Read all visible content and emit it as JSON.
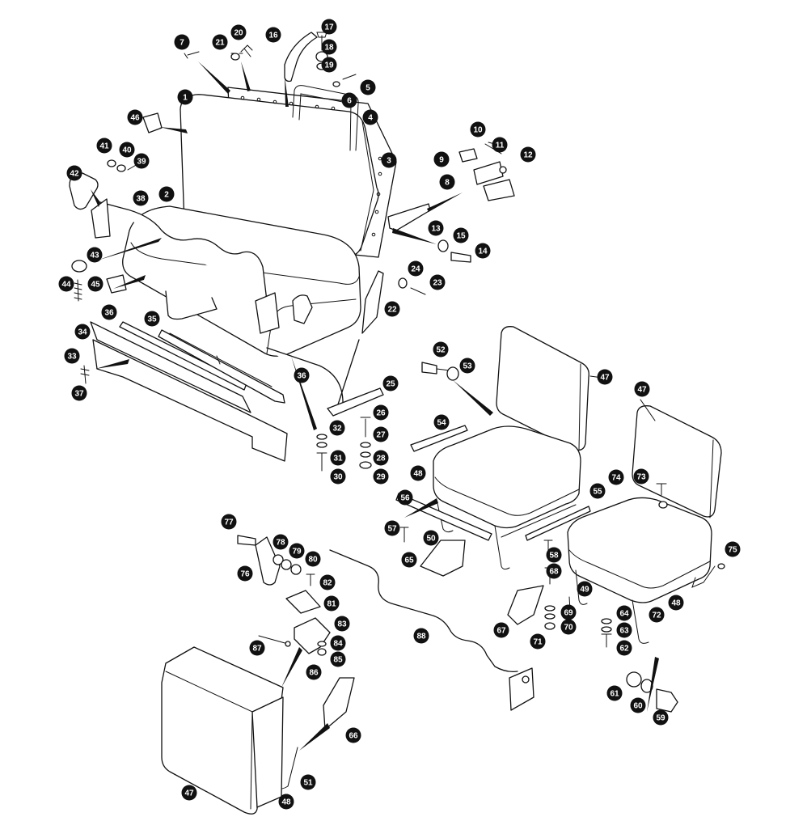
{
  "callouts": [
    {
      "n": "1"
    },
    {
      "n": "2"
    },
    {
      "n": "3"
    },
    {
      "n": "4"
    },
    {
      "n": "5"
    },
    {
      "n": "6"
    },
    {
      "n": "7"
    },
    {
      "n": "8"
    },
    {
      "n": "9"
    },
    {
      "n": "10"
    },
    {
      "n": "11"
    },
    {
      "n": "12"
    },
    {
      "n": "13"
    },
    {
      "n": "14"
    },
    {
      "n": "15"
    },
    {
      "n": "16"
    },
    {
      "n": "17"
    },
    {
      "n": "18"
    },
    {
      "n": "19"
    },
    {
      "n": "20"
    },
    {
      "n": "21"
    },
    {
      "n": "22"
    },
    {
      "n": "23"
    },
    {
      "n": "24"
    },
    {
      "n": "25"
    },
    {
      "n": "26"
    },
    {
      "n": "27"
    },
    {
      "n": "28"
    },
    {
      "n": "29"
    },
    {
      "n": "30"
    },
    {
      "n": "31"
    },
    {
      "n": "32"
    },
    {
      "n": "33"
    },
    {
      "n": "34"
    },
    {
      "n": "35"
    },
    {
      "n": "36"
    },
    {
      "n": "36"
    },
    {
      "n": "37"
    },
    {
      "n": "38"
    },
    {
      "n": "39"
    },
    {
      "n": "40"
    },
    {
      "n": "41"
    },
    {
      "n": "42"
    },
    {
      "n": "43"
    },
    {
      "n": "44"
    },
    {
      "n": "45"
    },
    {
      "n": "46"
    },
    {
      "n": "47"
    },
    {
      "n": "47"
    },
    {
      "n": "47"
    },
    {
      "n": "48"
    },
    {
      "n": "48"
    },
    {
      "n": "48"
    },
    {
      "n": "49"
    },
    {
      "n": "50"
    },
    {
      "n": "51"
    },
    {
      "n": "52"
    },
    {
      "n": "53"
    },
    {
      "n": "54"
    },
    {
      "n": "55"
    },
    {
      "n": "56"
    },
    {
      "n": "57"
    },
    {
      "n": "58"
    },
    {
      "n": "59"
    },
    {
      "n": "60"
    },
    {
      "n": "61"
    },
    {
      "n": "62"
    },
    {
      "n": "63"
    },
    {
      "n": "64"
    },
    {
      "n": "65"
    },
    {
      "n": "66"
    },
    {
      "n": "67"
    },
    {
      "n": "68"
    },
    {
      "n": "69"
    },
    {
      "n": "70"
    },
    {
      "n": "71"
    },
    {
      "n": "72"
    },
    {
      "n": "73"
    },
    {
      "n": "74"
    },
    {
      "n": "75"
    },
    {
      "n": "76"
    },
    {
      "n": "77"
    },
    {
      "n": "78"
    },
    {
      "n": "79"
    },
    {
      "n": "80"
    },
    {
      "n": "81"
    },
    {
      "n": "82"
    },
    {
      "n": "83"
    },
    {
      "n": "84"
    },
    {
      "n": "85"
    },
    {
      "n": "86"
    },
    {
      "n": "87"
    },
    {
      "n": "88"
    }
  ]
}
